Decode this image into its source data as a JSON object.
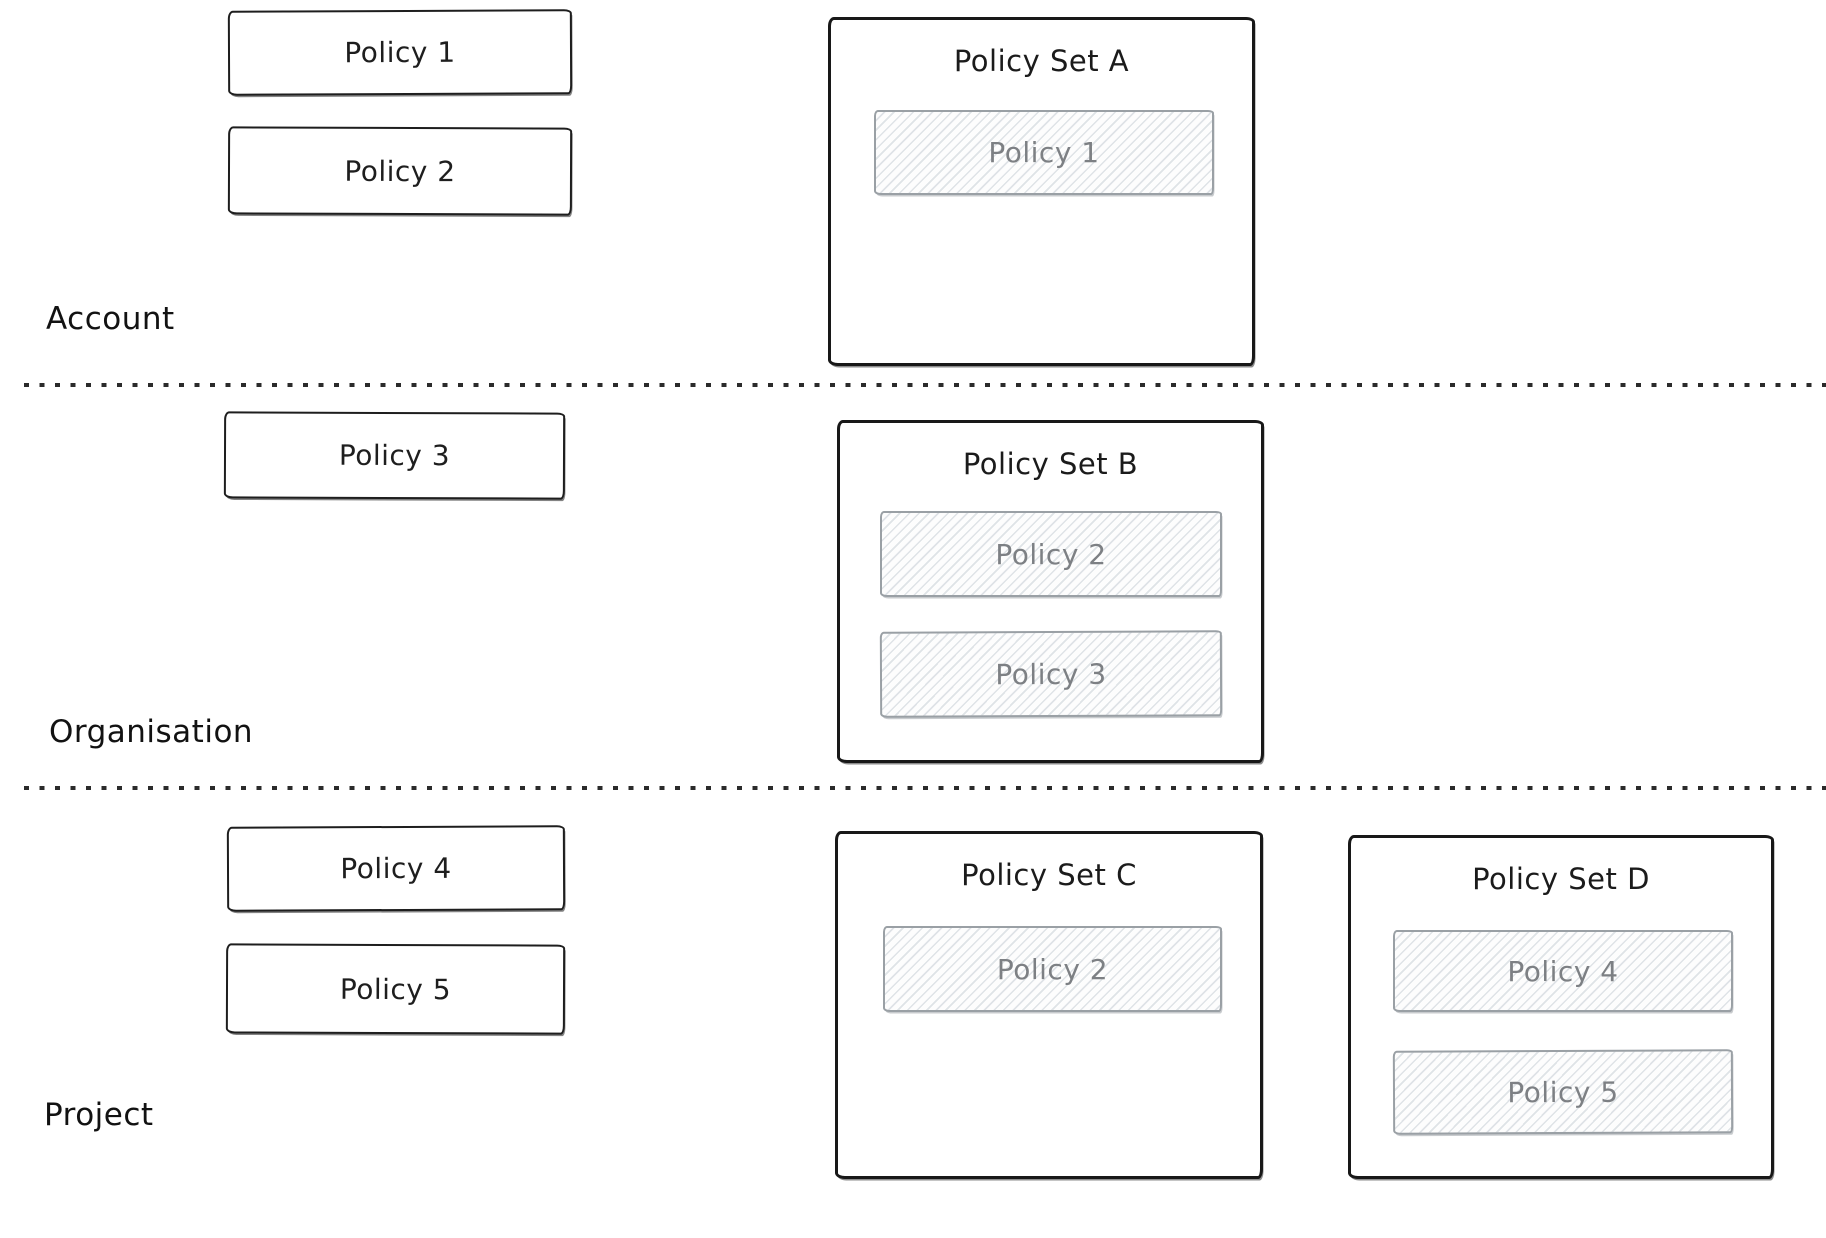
{
  "colors": {
    "ink": "#1e1e1e",
    "muted_stroke": "#9aa0a5",
    "muted_text": "#7d8084",
    "hatch": "#dfe3e7"
  },
  "levels": {
    "account": {
      "label": "Account",
      "policies": [
        "Policy 1",
        "Policy 2"
      ],
      "sets": [
        {
          "title": "Policy Set A",
          "members": [
            "Policy 1"
          ]
        }
      ]
    },
    "organisation": {
      "label": "Organisation",
      "policies": [
        "Policy 3"
      ],
      "sets": [
        {
          "title": "Policy Set B",
          "members": [
            "Policy 2",
            "Policy 3"
          ]
        }
      ]
    },
    "project": {
      "label": "Project",
      "policies": [
        "Policy 4",
        "Policy 5"
      ],
      "sets": [
        {
          "title": "Policy Set C",
          "members": [
            "Policy 2"
          ]
        },
        {
          "title": "Policy Set D",
          "members": [
            "Policy 4",
            "Policy 5"
          ]
        }
      ]
    }
  }
}
